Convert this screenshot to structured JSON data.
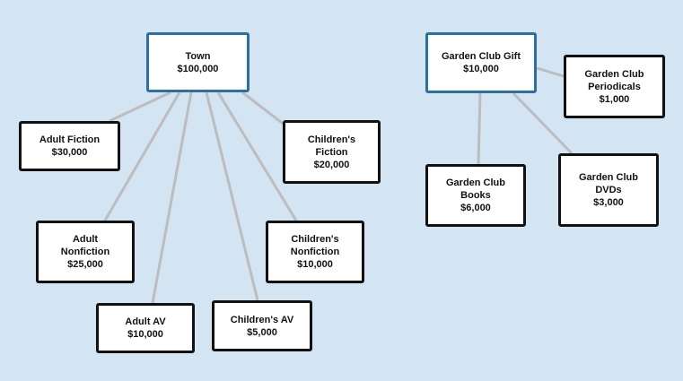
{
  "colors": {
    "background": "#d3e4f3",
    "edge": "#bdbdbd",
    "root_border": "#2a6fa8",
    "node_border": "#111111"
  },
  "nodes": {
    "town": {
      "lines": [
        "Town"
      ],
      "amount": "$100,000"
    },
    "adult_fiction": {
      "lines": [
        "Adult Fiction"
      ],
      "amount": "$30,000"
    },
    "childrens_fiction": {
      "lines": [
        "Children's",
        "Fiction"
      ],
      "amount": "$20,000"
    },
    "adult_nonfiction": {
      "lines": [
        "Adult",
        "Nonfiction"
      ],
      "amount": "$25,000"
    },
    "childrens_nonfiction": {
      "lines": [
        "Children's",
        "Nonfiction"
      ],
      "amount": "$10,000"
    },
    "adult_av": {
      "lines": [
        "Adult AV"
      ],
      "amount": "$10,000"
    },
    "childrens_av": {
      "lines": [
        "Children's AV"
      ],
      "amount": "$5,000"
    },
    "garden_club_gift": {
      "lines": [
        "Garden Club Gift"
      ],
      "amount": "$10,000"
    },
    "garden_club_periodicals": {
      "lines": [
        "Garden Club",
        "Periodicals"
      ],
      "amount": "$1,000"
    },
    "garden_club_books": {
      "lines": [
        "Garden Club",
        "Books"
      ],
      "amount": "$6,000"
    },
    "garden_club_dvds": {
      "lines": [
        "Garden Club",
        "DVDs"
      ],
      "amount": "$3,000"
    }
  },
  "edges": [
    [
      "town",
      "adult_fiction"
    ],
    [
      "town",
      "adult_nonfiction"
    ],
    [
      "town",
      "adult_av"
    ],
    [
      "town",
      "childrens_av"
    ],
    [
      "town",
      "childrens_nonfiction"
    ],
    [
      "town",
      "childrens_fiction"
    ],
    [
      "garden_club_gift",
      "garden_club_books"
    ],
    [
      "garden_club_gift",
      "garden_club_dvds"
    ],
    [
      "garden_club_gift",
      "garden_club_periodicals"
    ]
  ]
}
